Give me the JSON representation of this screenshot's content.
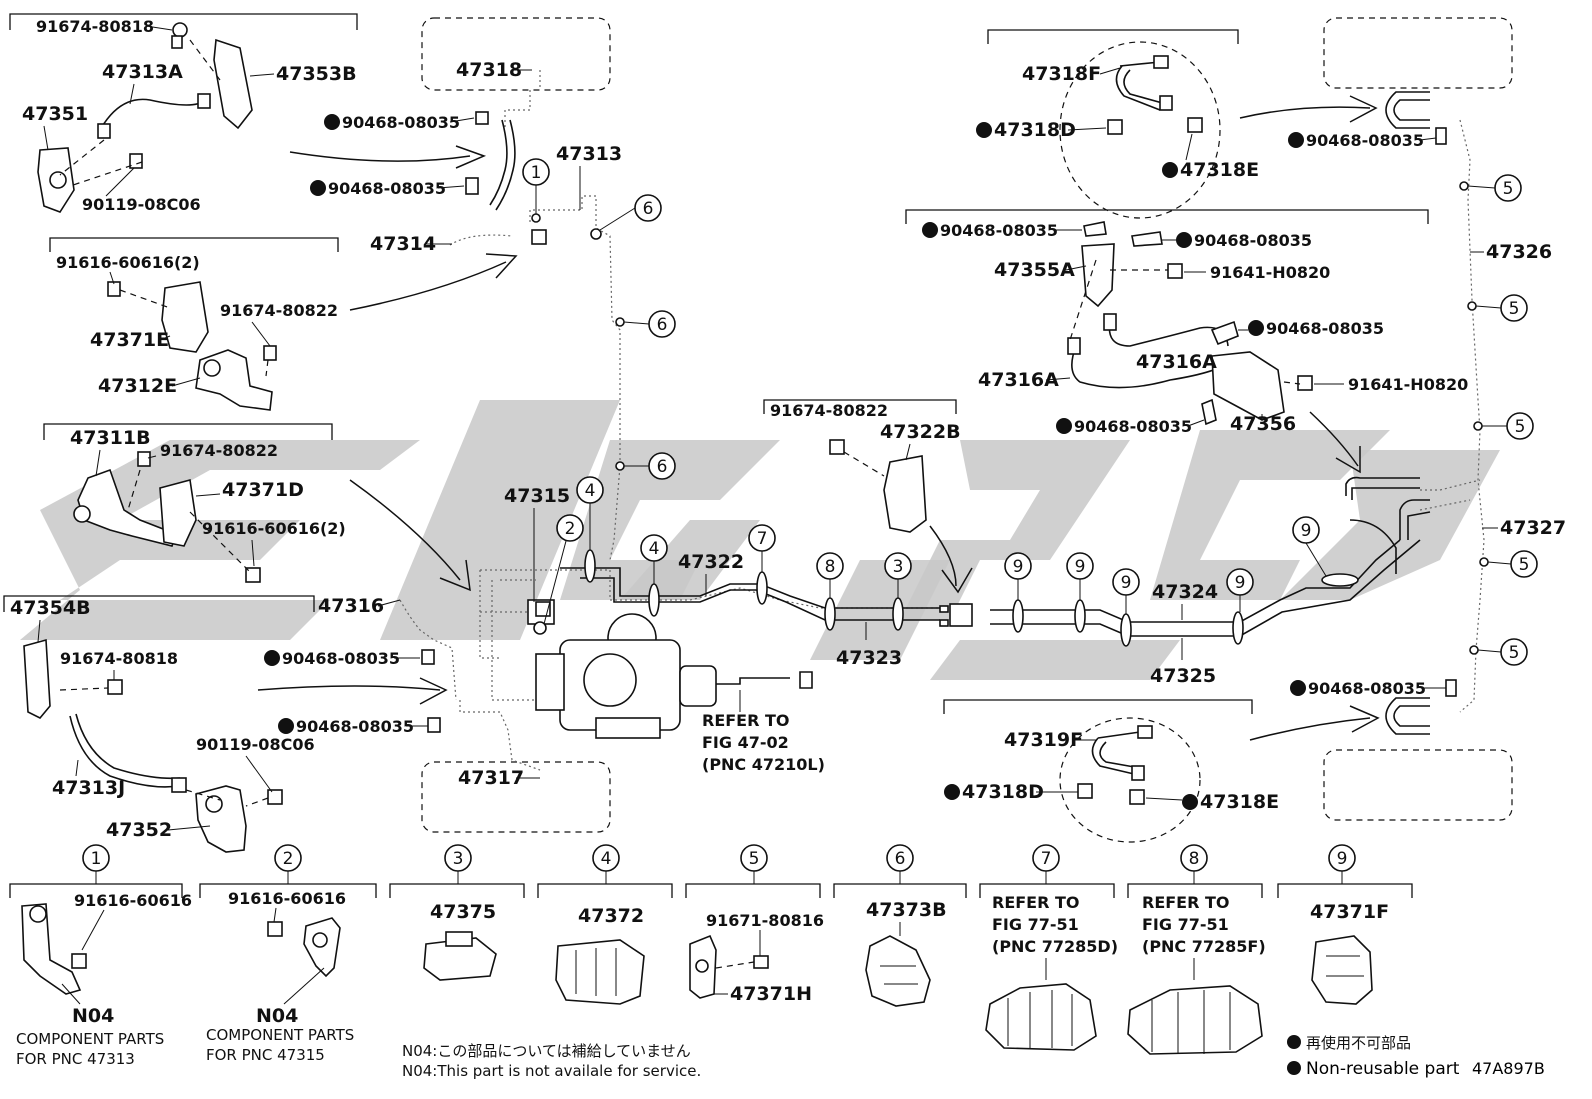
{
  "diagram": {
    "labels": {
      "p91674_80818_a": "91674-80818",
      "p47313A": "47313A",
      "p47353B": "47353B",
      "p47351": "47351",
      "p90119_08C06_a": "90119-08C06",
      "p91616_60616_2_a": "91616-60616(2)",
      "p91674_80822_a": "91674-80822",
      "p47371E": "47371E",
      "p47312E": "47312E",
      "p47311B": "47311B",
      "p91674_80822_b": "91674-80822",
      "p47371D": "47371D",
      "p91616_60616_2_b": "91616-60616(2)",
      "p47354B": "47354B",
      "p91674_80818_b": "91674-80818",
      "p47313J": "47313J",
      "p90119_08C06_b": "90119-08C06",
      "p47352": "47352",
      "p47318": "47318",
      "p90468_a": "90468-08035",
      "p90468_b": "90468-08035",
      "p47314": "47314",
      "p47313": "47313",
      "p47315": "47315",
      "p47316": "47316",
      "p90468_c": "90468-08035",
      "p90468_d": "90468-08035",
      "p47317": "47317",
      "p47322": "47322",
      "p91674_80822_c": "91674-80822",
      "p47322B": "47322B",
      "p47323": "47323",
      "p47324": "47324",
      "p47325": "47325",
      "refer1": "REFER TO",
      "refer2": "FIG 47-02",
      "refer3": "(PNC 47210L)",
      "p47318F": "47318F",
      "p47318D_a": "47318D",
      "p47318E_a": "47318E",
      "p90468_e": "90468-08035",
      "p47326": "47326",
      "p90468_f": "90468-08035",
      "p90468_g": "90468-08035",
      "p47355A": "47355A",
      "p91641_a": "91641-H0820",
      "p90468_h": "90468-08035",
      "p47316A_a": "47316A",
      "p47316A_b": "47316A",
      "p91641_b": "91641-H0820",
      "p90468_i": "90468-08035",
      "p47356": "47356",
      "p47327": "47327",
      "p90468_j": "90468-08035",
      "p47319F": "47319F",
      "p47318D_b": "47318D",
      "p47318E_b": "47318E"
    },
    "callouts": [
      "1",
      "2",
      "3",
      "4",
      "5",
      "6",
      "7",
      "8",
      "9"
    ],
    "legend_items": [
      {
        "num": "1",
        "part_a": "91616-60616",
        "part_b": "N04",
        "note1": "COMPONENT PARTS",
        "note2": "FOR PNC 47313"
      },
      {
        "num": "2",
        "part_a": "91616-60616",
        "part_b": "N04",
        "note1": "COMPONENT PARTS",
        "note2": "FOR PNC 47315"
      },
      {
        "num": "3",
        "part_a": "47375"
      },
      {
        "num": "4",
        "part_a": "47372"
      },
      {
        "num": "5",
        "part_a": "91671-80816",
        "part_b": "47371H"
      },
      {
        "num": "6",
        "part_a": "47373B"
      },
      {
        "num": "7",
        "ref1": "REFER TO",
        "ref2": "FIG 77-51",
        "ref3": "(PNC 77285D)"
      },
      {
        "num": "8",
        "ref1": "REFER TO",
        "ref2": "FIG 77-51",
        "ref3": "(PNC 77285F)"
      },
      {
        "num": "9",
        "part_a": "47371F"
      }
    ],
    "footnote_jp": "N04:この部品については補給していません",
    "footnote_en": "N04:This part is not availale for service.",
    "legend_jp": "再使用不可部品",
    "legend_en": "Non-reusable part",
    "figure_code": "47A897B"
  }
}
